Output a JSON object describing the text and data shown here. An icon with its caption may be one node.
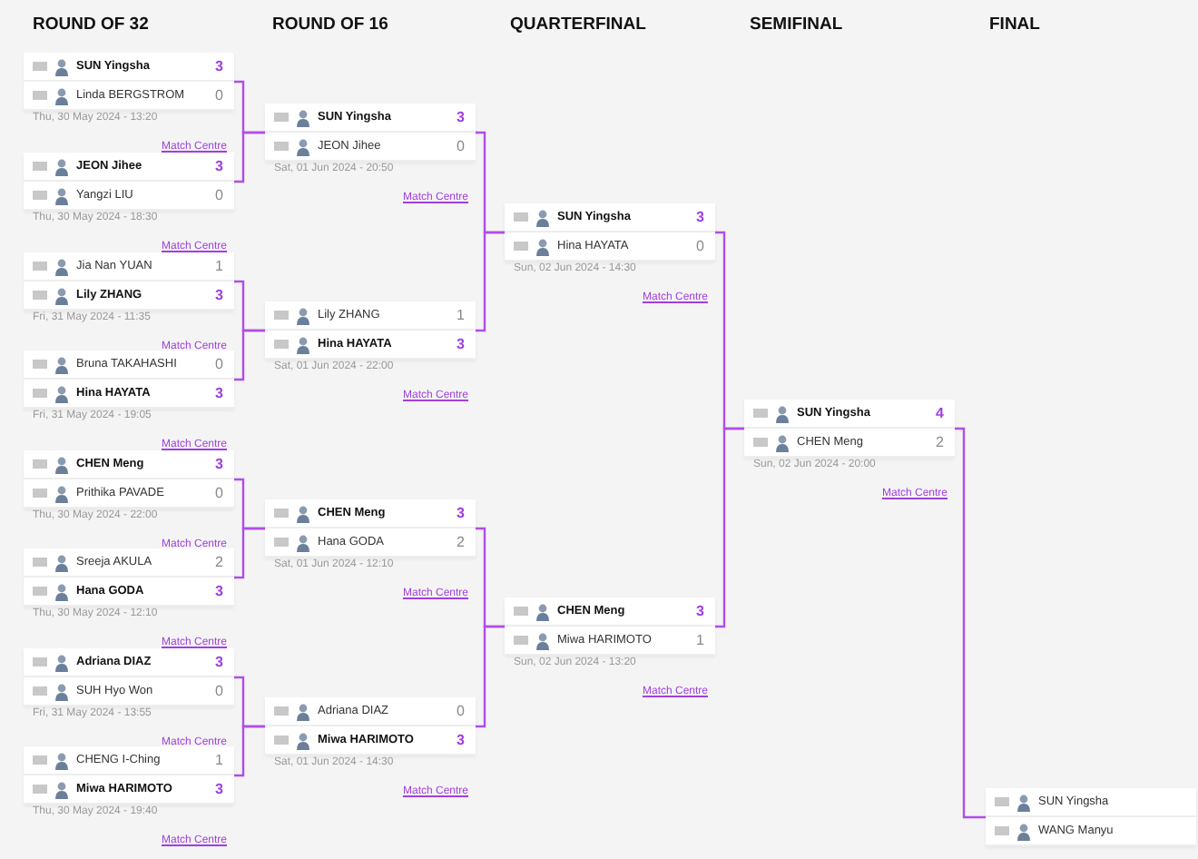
{
  "diagram": {
    "nodes": [
      {
        "text": [
          "SUN Yingsha",
          "3",
          "Linda BERGSTROM",
          "0",
          "Thu, 30 May 2024 - 13:20",
          "Match Centre"
        ]
      },
      {
        "text": [
          "JEON Jihee",
          "3",
          "Yangzi LIU",
          "0",
          "Thu, 30 May 2024 - 18:30",
          "Match Centre"
        ]
      },
      {
        "text": [
          "Jia Nan YUAN",
          "1",
          "Lily ZHANG",
          "3",
          "Fri, 31 May 2024 - 11:35",
          "Match Centre"
        ]
      },
      {
        "text": [
          "Bruna TAKAHASHI",
          "0",
          "Hina HAYATA",
          "3",
          "Fri, 31 May 2024 - 19:05",
          "Match Centre"
        ]
      },
      {
        "text": [
          "CHEN Meng",
          "3",
          "Prithika PAVADE",
          "0",
          "Thu, 30 May 2024 - 22:00",
          "Match Centre"
        ]
      },
      {
        "text": [
          "Sreeja AKULA",
          "2",
          "Hana GODA",
          "3",
          "Thu, 30 May 2024 - 12:10",
          "Match Centre"
        ]
      },
      {
        "text": [
          "Adriana DIAZ",
          "3",
          "SUH Hyo Won",
          "0",
          "Fri, 31 May 2024 - 13:55",
          "Match Centre"
        ]
      },
      {
        "text": [
          "CHENG I-Ching",
          "1",
          "Miwa HARIMOTO",
          "3",
          "Thu, 30 May 2024 - 19:40",
          "Match Centre"
        ]
      },
      {
        "text": [
          "SUN Yingsha",
          "3",
          "JEON Jihee",
          "0",
          "Sat, 01 Jun 2024 - 20:50",
          "Match Centre"
        ]
      },
      {
        "text": [
          "Lily ZHANG",
          "1",
          "Hina HAYATA",
          "3",
          "Sat, 01 Jun 2024 - 22:00",
          "Match Centre"
        ]
      },
      {
        "text": [
          "CHEN Meng",
          "3",
          "Hana GODA",
          "2",
          "Sat, 01 Jun 2024 - 12:10",
          "Match Centre"
        ]
      },
      {
        "text": [
          "Adriana DIAZ",
          "0",
          "Miwa HARIMOTO",
          "3",
          "Sat, 01 Jun 2024 - 14:30",
          "Match Centre"
        ]
      },
      {
        "text": [
          "SUN Yingsha",
          "3",
          "Hina HAYATA",
          "0",
          "Sun, 02 Jun 2024 - 14:30",
          "Match Centre"
        ]
      },
      {
        "text": [
          "CHEN Meng",
          "3",
          "Miwa HARIMOTO",
          "1",
          "Sun, 02 Jun 2024 - 13:20",
          "Match Centre"
        ]
      },
      {
        "text": [
          "SUN Yingsha",
          "4",
          "CHEN Meng",
          "2",
          "Sun, 02 Jun 2024 - 20:00",
          "Match Centre"
        ]
      },
      {
        "text": [
          "SUN Yingsha",
          "WANG Manyu"
        ]
      }
    ],
    "edges": [
      {
        "from": 0,
        "to": 8,
        "arrow": "none"
      },
      {
        "from": 1,
        "to": 8,
        "arrow": "none"
      },
      {
        "from": 2,
        "to": 9,
        "arrow": "none"
      },
      {
        "from": 3,
        "to": 9,
        "arrow": "none"
      },
      {
        "from": 4,
        "to": 10,
        "arrow": "none"
      },
      {
        "from": 5,
        "to": 10,
        "arrow": "none"
      },
      {
        "from": 6,
        "to": 11,
        "arrow": "none"
      },
      {
        "from": 7,
        "to": 11,
        "arrow": "none"
      },
      {
        "from": 8,
        "to": 12,
        "arrow": "none"
      },
      {
        "from": 9,
        "to": 12,
        "arrow": "none"
      },
      {
        "from": 10,
        "to": 13,
        "arrow": "none"
      },
      {
        "from": 11,
        "to": 13,
        "arrow": "none"
      },
      {
        "from": 12,
        "to": 14,
        "arrow": "none"
      },
      {
        "from": 13,
        "to": 14,
        "arrow": "none"
      },
      {
        "from": 14,
        "to": 15,
        "arrow": "none"
      }
    ],
    "labels": [
      "ROUND OF 32",
      "ROUND OF 16",
      "QUARTERFINAL",
      "SEMIFINAL",
      "FINAL"
    ]
  }
}
